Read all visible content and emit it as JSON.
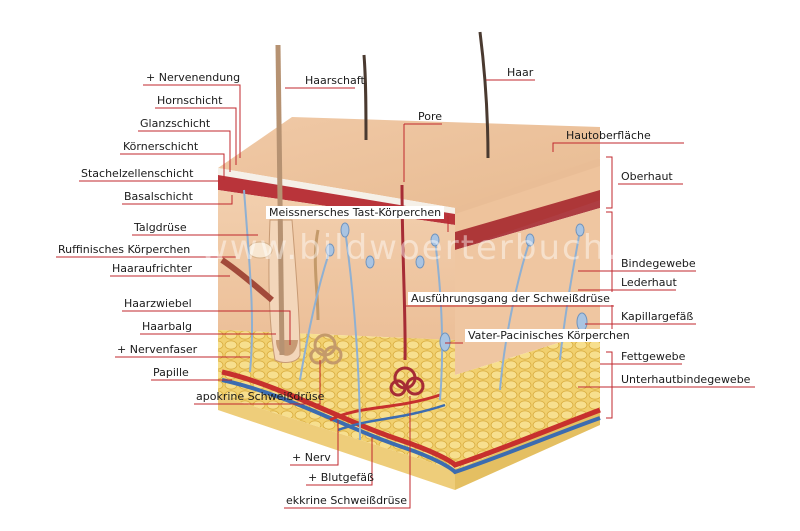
{
  "watermark": "www.bildwoerterbuch.com",
  "colors": {
    "leader": "#c0272d",
    "epidermis": "#eec4a0",
    "dermis": "#efc8a5",
    "fat": "#f2d273",
    "artery": "#c7302d",
    "vein": "#3c6cb0",
    "hair": "#4a3a30"
  },
  "labels": {
    "nervenendung": "+ Nervenendung",
    "hornschicht": "Hornschicht",
    "glanzschicht": "Glanzschicht",
    "koernerschicht": "Körnerschicht",
    "stachelzellenschicht": "Stachelzellenschicht",
    "basalschicht": "Basalschicht",
    "talgdruese": "Talgdrüse",
    "ruffinisches": "Ruffinisches Körperchen",
    "haaraufrichter": "Haaraufrichter",
    "haarzwiebel": "Haarzwiebel",
    "haarbalg": "Haarbalg",
    "nervenfaser": "+ Nervenfaser",
    "papille": "Papille",
    "apokrine": "apokrine Schweißdrüse",
    "nerv": "+ Nerv",
    "blutgefaess": "+ Blutgefäß",
    "ekkrine": "ekkrine Schweißdrüse",
    "haarschaft": "Haarschaft",
    "pore": "Pore",
    "haar": "Haar",
    "meissnersches": "Meissnersches Tast-Körperchen",
    "ausfuehrungsgang": "Ausführungsgang der Schweißdrüse",
    "vater_pacini": "Vater-Pacinisches Körperchen",
    "hautoberflaeche": "Hautoberfläche",
    "oberhaut": "Oberhaut",
    "bindegewebe": "Bindegewebe",
    "lederhaut": "Lederhaut",
    "kapillargefaess": "Kapillargefäß",
    "fettgewebe": "Fettgewebe",
    "unterhautbindegewebe": "Unterhautbindegewebe"
  }
}
